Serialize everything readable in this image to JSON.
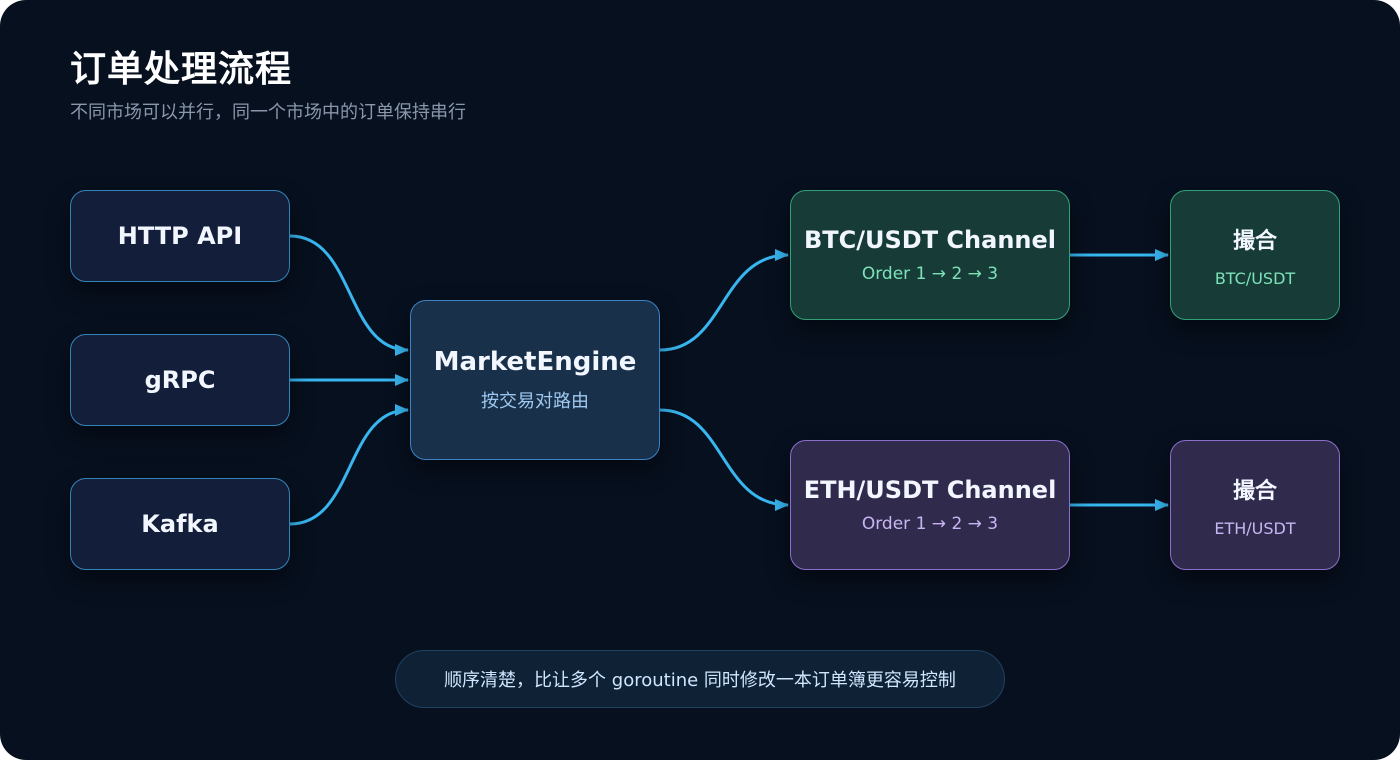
{
  "header": {
    "title": "订单处理流程",
    "subtitle": "不同市场可以并行，同一个市场中的订单保持串行"
  },
  "sources": [
    {
      "label": "HTTP API"
    },
    {
      "label": "gRPC"
    },
    {
      "label": "Kafka"
    }
  ],
  "engine": {
    "label": "MarketEngine",
    "sublabel": "按交易对路由"
  },
  "channels": [
    {
      "label": "BTC/USDT Channel",
      "sublabel": "Order 1 → 2 → 3"
    },
    {
      "label": "ETH/USDT Channel",
      "sublabel": "Order 1 → 2 → 3"
    }
  ],
  "matchers": [
    {
      "label": "撮合",
      "sublabel": "BTC/USDT"
    },
    {
      "label": "撮合",
      "sublabel": "ETH/USDT"
    }
  ],
  "footer": {
    "note": "顺序清楚，比让多个 goroutine 同时修改一本订单簿更容易控制"
  },
  "colors": {
    "background": "#07101f",
    "arrow": "#38b6f0",
    "btc_accent": "#33a07a",
    "eth_accent": "#8a6fcc"
  }
}
